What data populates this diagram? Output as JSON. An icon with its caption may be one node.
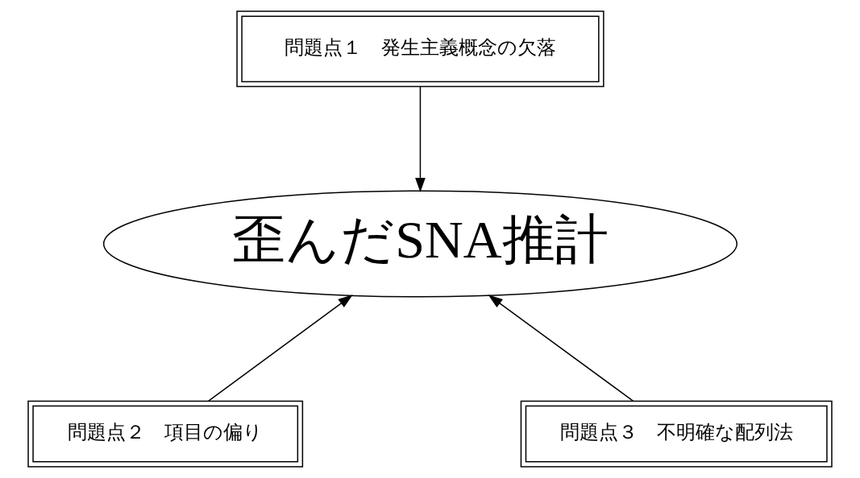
{
  "diagram": {
    "nodes": [
      {
        "text": [
          "問題点１　発生主義概念の欠落"
        ]
      },
      {
        "text": [
          "歪んだSNA推計"
        ]
      },
      {
        "text": [
          "問題点２　項目の偏り"
        ]
      },
      {
        "text": [
          "問題点３　不明確な配列法"
        ]
      }
    ],
    "edges": [
      {
        "from": 0,
        "to": 1,
        "arrow": "to"
      },
      {
        "from": 2,
        "to": 1,
        "arrow": "to"
      },
      {
        "from": 3,
        "to": 1,
        "arrow": "to"
      }
    ]
  }
}
